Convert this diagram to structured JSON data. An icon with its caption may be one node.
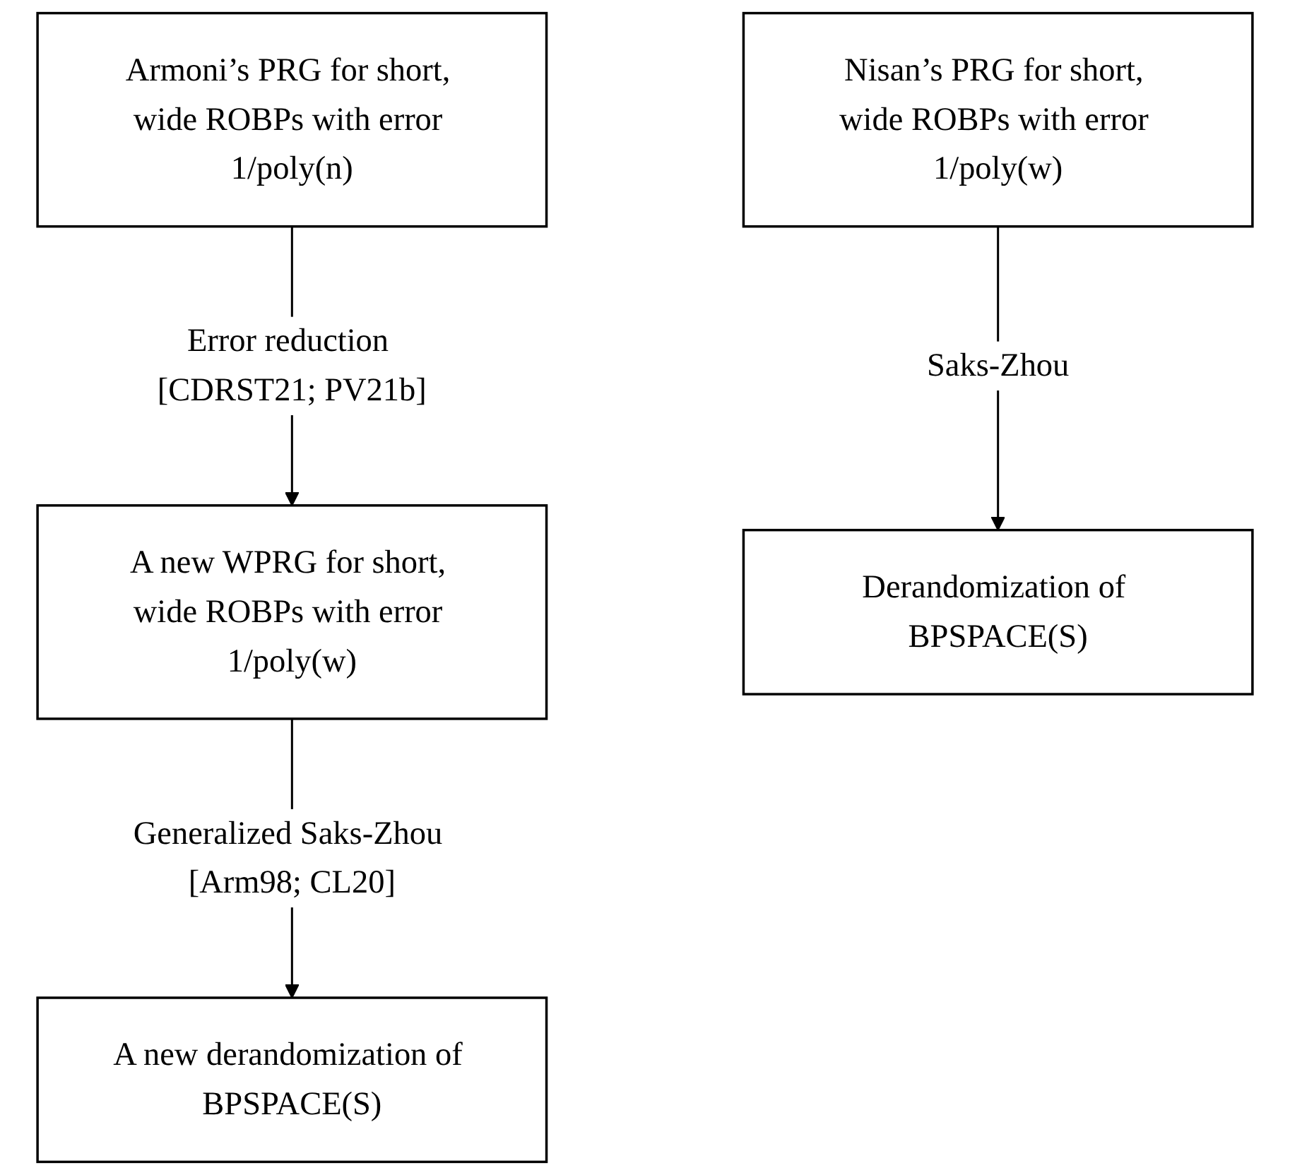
{
  "diagram": {
    "nodes": [
      {
        "text": [
          "Armoni’s PRG for short, wide ROBPs with error 1/poly(n)"
        ]
      },
      {
        "text": [
          "Nisan’s PRG for short, wide ROBPs with error 1/poly(w)"
        ]
      },
      {
        "text": [
          "A new WPRG for short, wide ROBPs with error 1/poly(w)"
        ]
      },
      {
        "text": [
          "Derandomization of BPSPACE(S)"
        ]
      },
      {
        "text": [
          "A new derandomization of BPSPACE(S)"
        ]
      }
    ],
    "edges": [
      {
        "from": 0,
        "to": 2,
        "arrow": "to",
        "label": "Error reduction [CDRST21; PV21b]"
      },
      {
        "from": 1,
        "to": 3,
        "arrow": "to",
        "label": "Saks-Zhou"
      },
      {
        "from": 2,
        "to": 4,
        "arrow": "to",
        "label": "Generalized Saks-Zhou [Arm98; CL20]"
      }
    ]
  }
}
